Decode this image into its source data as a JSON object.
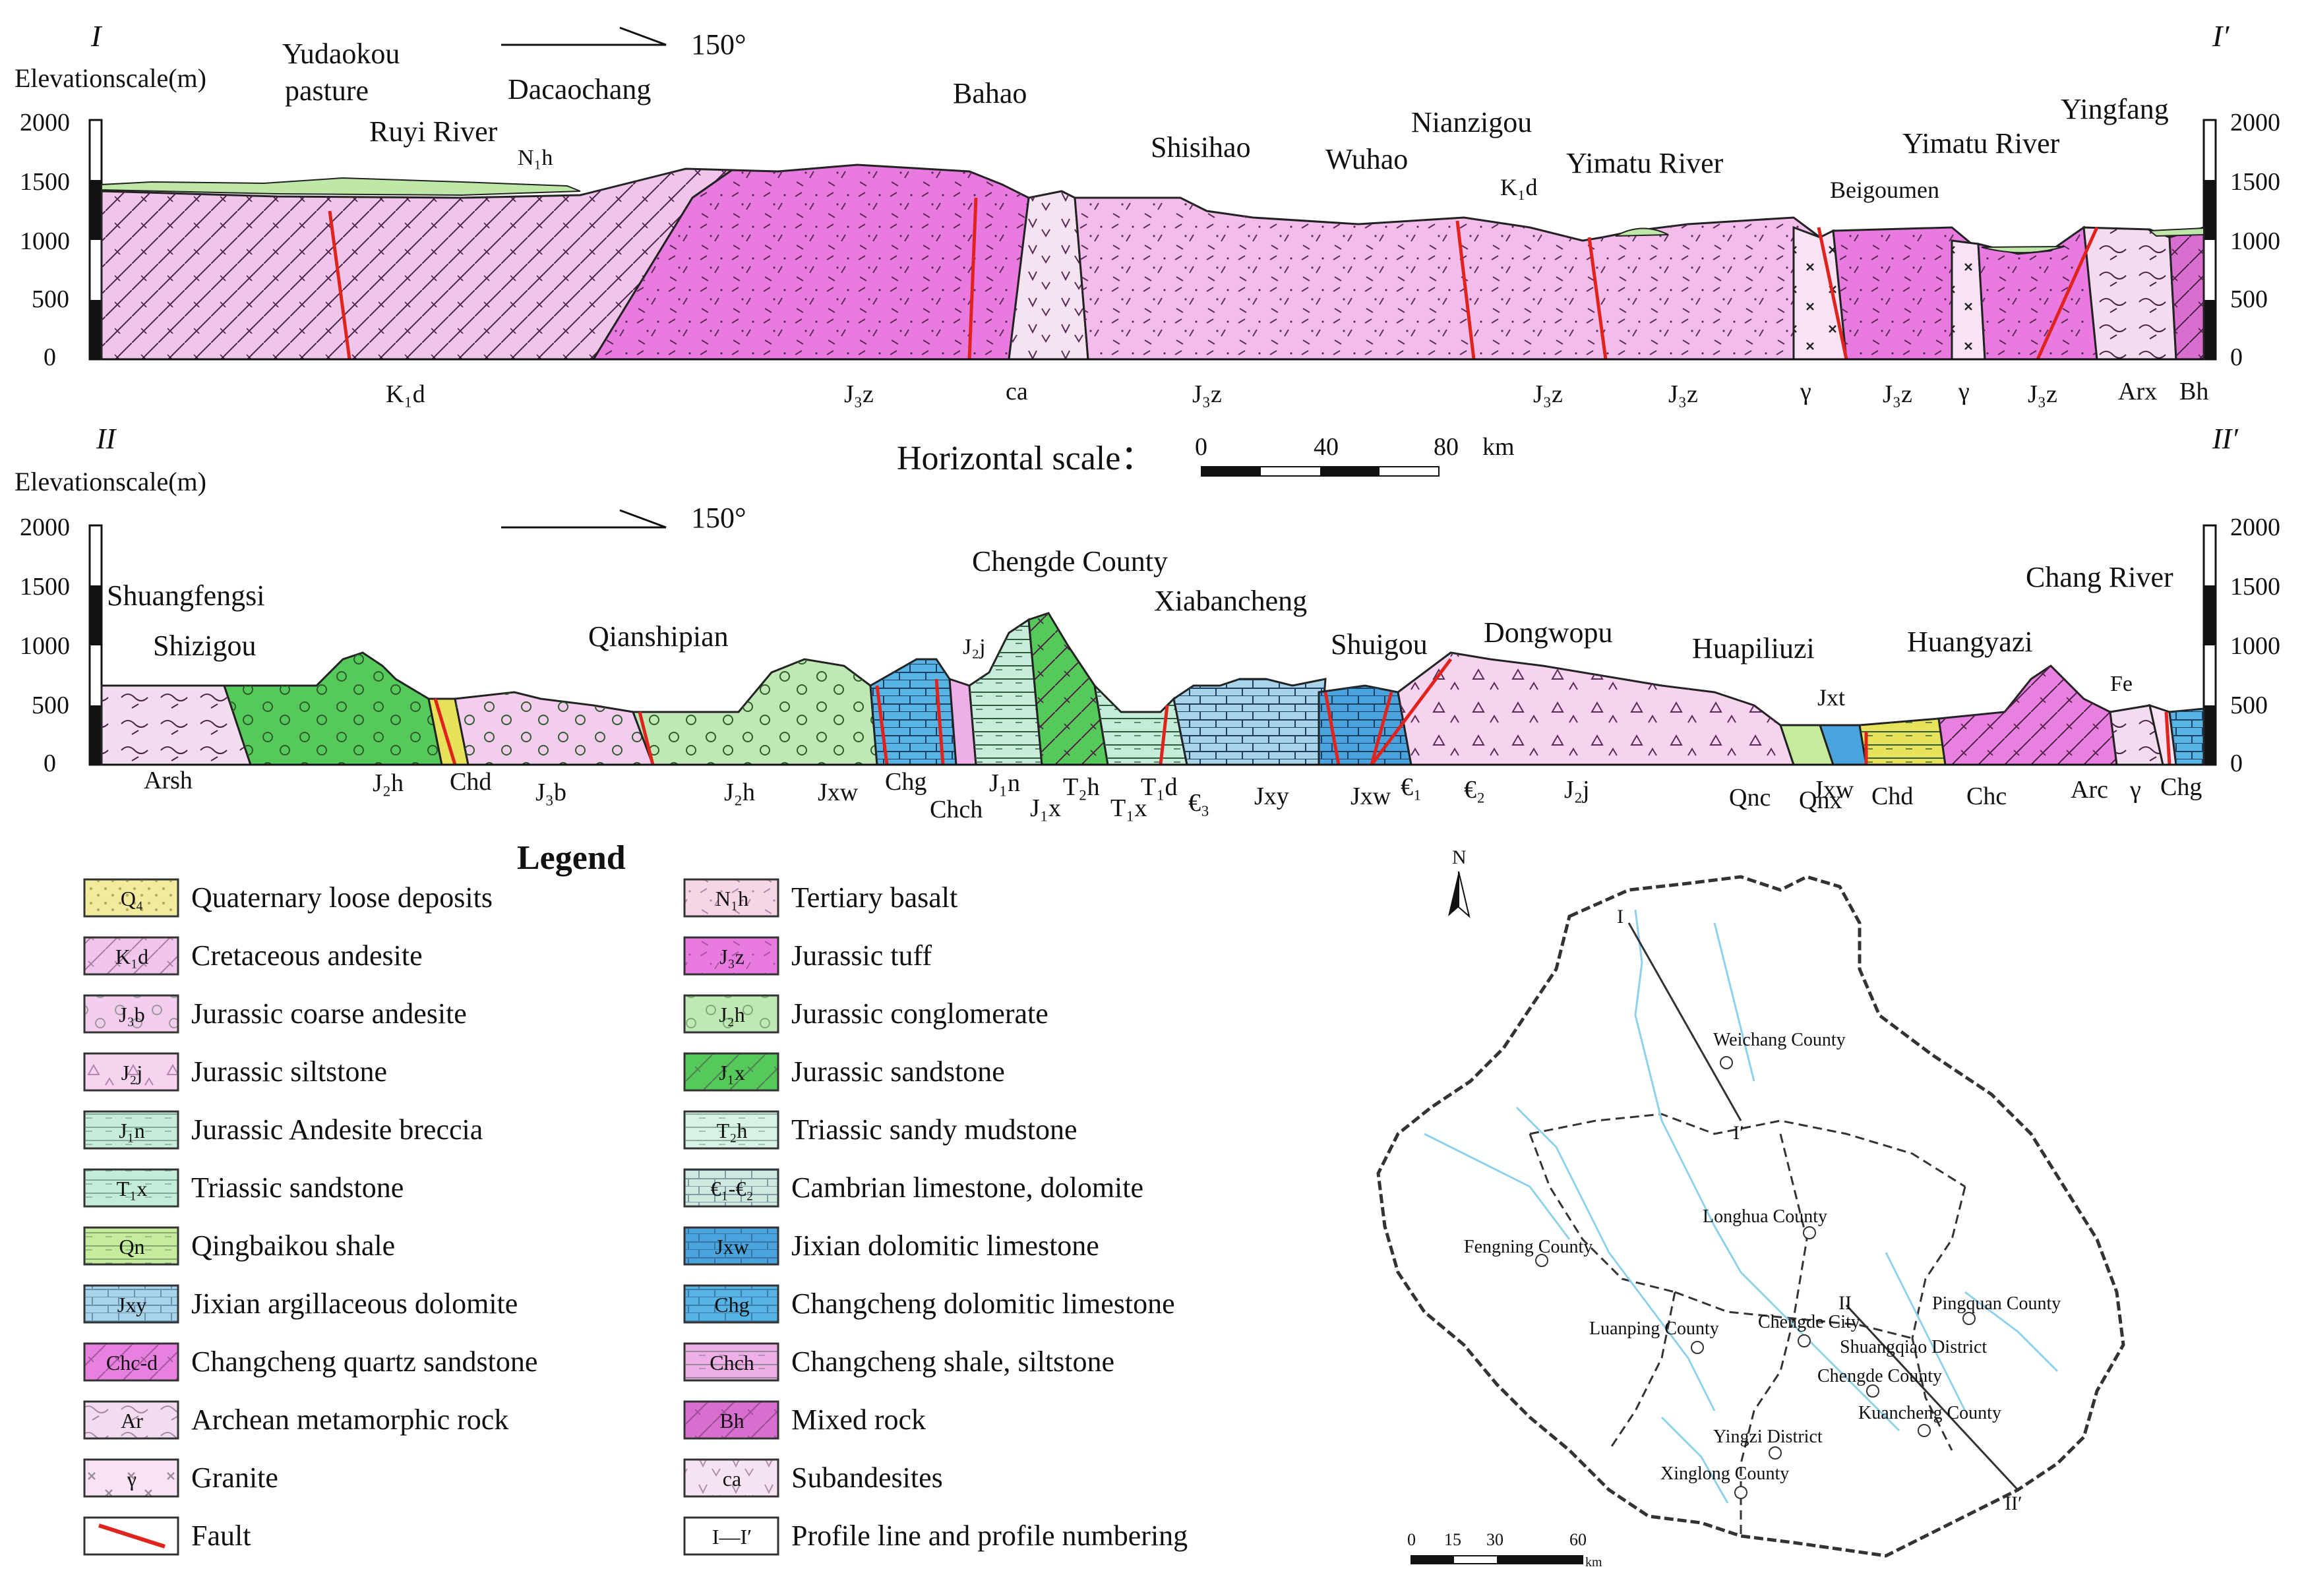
{
  "profile1": {
    "start_label": "I",
    "end_label": "I′",
    "elevation_title": "Elevationscale(m)",
    "elevation_ticks": [
      "2000",
      "1500",
      "1000",
      "500",
      "0"
    ],
    "direction_label": "150°",
    "place_names": [
      "Yudaokou",
      "pasture",
      "Ruyi River",
      "Dacaochang",
      "Bahao",
      "Shisihao",
      "Wuhao",
      "Nianzigou",
      "Yimatu River",
      "Beigoumen",
      "Yimatu River",
      "Yingfang"
    ],
    "top_units": [
      "N₁h",
      "K₁d"
    ],
    "bottom_units": [
      "K₁d",
      "J₃z",
      "ca",
      "J₃z",
      "J₃z",
      "J₃z",
      "γ",
      "J₃z",
      "γ",
      "J₃z",
      "Arx",
      "Bh"
    ]
  },
  "horizontal_scale": {
    "title": "Horizontal scale：",
    "ticks": [
      "0",
      "40",
      "80"
    ],
    "unit": "km"
  },
  "profile2": {
    "start_label": "II",
    "end_label": "II′",
    "elevation_title": "Elevationscale(m)",
    "elevation_ticks": [
      "2000",
      "1500",
      "1000",
      "500",
      "0"
    ],
    "direction_label": "150°",
    "place_names": [
      "Shuangfengsi",
      "Shizigou",
      "Qianshipian",
      "Chengde County",
      "Xiabancheng",
      "Shuigou",
      "Dongwopu",
      "Huapiliuzi",
      "Huangyazi",
      "Chang River"
    ],
    "top_units": [
      "J₂j",
      "Jxt",
      "Fe"
    ],
    "bottom_units": [
      "Arsh",
      "J₂h",
      "Chd",
      "J₃b",
      "J₂h",
      "Jxw",
      "Chg",
      "Chch",
      "J₁n",
      "J₁x",
      "T₂h",
      "T₁x",
      "T₁d",
      "€₃",
      "Jxy",
      "Jxw",
      "€₁",
      "€₂",
      "J₂j",
      "Qnc",
      "Qnx",
      "Jxw",
      "Chd",
      "Chc",
      "Arc",
      "γ",
      "Chg"
    ]
  },
  "legend": {
    "title": "Legend",
    "items": [
      {
        "code": "Q₄",
        "label": "Quaternary loose deposits",
        "color": "#f2ea9c"
      },
      {
        "code": "N₁h",
        "label": "Tertiary basalt",
        "color": "#f6d6e6"
      },
      {
        "code": "K₁d",
        "label": "Cretaceous andesite",
        "color": "#efc6ea"
      },
      {
        "code": "J₃z",
        "label": "Jurassic tuff",
        "color": "#e87ae0"
      },
      {
        "code": "J₃b",
        "label": "Jurassic coarse andesite",
        "color": "#f3cdee"
      },
      {
        "code": "J₂h",
        "label": "Jurassic conglomerate",
        "color": "#bfe8b5"
      },
      {
        "code": "J₂j",
        "label": "Jurassic siltstone",
        "color": "#f6d3ef"
      },
      {
        "code": "J₁x",
        "label": "Jurassic sandstone",
        "color": "#55c95a"
      },
      {
        "code": "J₁n",
        "label": "Jurassic Andesite breccia",
        "color": "#c8ecda"
      },
      {
        "code": "T₂h",
        "label": "Triassic sandy mudstone",
        "color": "#d8f2e6"
      },
      {
        "code": "T₁x",
        "label": "Triassic sandstone",
        "color": "#c4ecd8"
      },
      {
        "code": "€₁-€₂",
        "label": "Cambrian limestone, dolomite",
        "color": "#cfe9df"
      },
      {
        "code": "Qn",
        "label": "Qingbaikou shale",
        "color": "#c7eb9c"
      },
      {
        "code": "Jxw",
        "label": "Jixian dolomitic limestone",
        "color": "#4aa3dc"
      },
      {
        "code": "Jxy",
        "label": "Jixian argillaceous dolomite",
        "color": "#a9d3e8"
      },
      {
        "code": "Chg",
        "label": "Changcheng dolomitic limestone",
        "color": "#58b4e4"
      },
      {
        "code": "Chc-d",
        "label": "Changcheng quartz sandstone",
        "color": "#e780df"
      },
      {
        "code": "Chch",
        "label": "Changcheng shale, siltstone",
        "color": "#eeaee6"
      },
      {
        "code": "Ar",
        "label": "Archean metamorphic rock",
        "color": "#f3dcef"
      },
      {
        "code": "Bh",
        "label": "Mixed rock",
        "color": "#d86fd0"
      },
      {
        "code": "γ",
        "label": "Granite",
        "color": "#f9e2f4"
      },
      {
        "code": "ca",
        "label": "Subandesites",
        "color": "#f6e3f1"
      },
      {
        "code": "",
        "label": "Fault",
        "color": "#e1231d"
      },
      {
        "code": "I—I′",
        "label": "Profile line and profile numbering",
        "color": "#ffffff"
      }
    ]
  },
  "map": {
    "north_label": "N",
    "counties": [
      "Weichang County",
      "Fengning County",
      "Longhua County",
      "Luanping County",
      "Chengde City",
      "Pingquan County",
      "Shuangqiao District",
      "Chengde County",
      "Kuancheng County",
      "Yingzi District",
      "Xinglong County"
    ],
    "profile_labels": [
      "I",
      "I′",
      "II",
      "II′"
    ],
    "scale_ticks": [
      "0",
      "15",
      "30",
      "60"
    ],
    "scale_unit": "km",
    "colors": {
      "river": "#8fd0ea",
      "boundary": "#333333"
    }
  }
}
